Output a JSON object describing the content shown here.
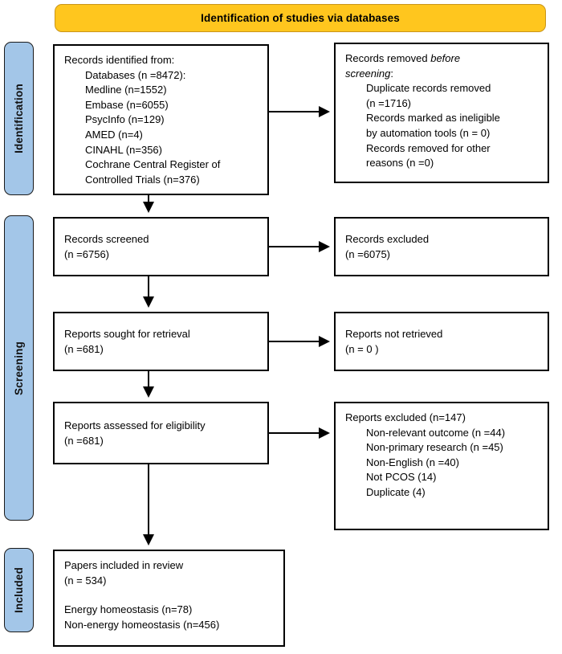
{
  "banner": {
    "title": "Identification of studies via databases",
    "bg_color": "#FFC61E"
  },
  "phases": {
    "identification": "Identification",
    "screening": "Screening",
    "included": "Included",
    "bar_color": "#A3C6E8"
  },
  "boxes": {
    "identified": {
      "lines": [
        "Records identified from:",
        "Databases (n =8472):",
        "Medline (n=1552)",
        "Embase (n=6055)",
        "PsycInfo (n=129)",
        "AMED (n=4)",
        "CINAHL (n=356)",
        "Cochrane Central Register of",
        "Controlled Trials (n=376)"
      ]
    },
    "removed": {
      "line1_pre": "Records removed ",
      "line1_em": "before",
      "line2_em": "screening",
      "line2_post": ":",
      "lines": [
        "Duplicate records removed",
        "(n =1716)",
        "Records marked as ineligible",
        "by automation tools (n = 0)",
        "Records removed for other",
        "reasons (n =0)"
      ]
    },
    "screened": {
      "line1": "Records screened",
      "line2": "(n =6756)"
    },
    "excluded": {
      "line1": "Records excluded",
      "line2": "(n =6075)"
    },
    "sought": {
      "line1": "Reports sought for retrieval",
      "line2": "(n =681)"
    },
    "not_retrieved": {
      "line1": "Reports not retrieved",
      "line2": "(n = 0 )"
    },
    "assessed": {
      "line1": "Reports assessed for eligibility",
      "line2": "(n =681)"
    },
    "reports_excluded": {
      "header": "Reports excluded (n=147)",
      "reasons": [
        "Non-relevant outcome (n =44)",
        "Non-primary research (n =45)",
        "Non-English (n =40)",
        "Not PCOS (14)",
        "Duplicate (4)"
      ]
    },
    "included_papers": {
      "line1": "Papers included in review",
      "line2": "(n = 534)",
      "line3": "Energy homeostasis (n=78)",
      "line4": "Non-energy homeostasis (n=456)"
    }
  }
}
